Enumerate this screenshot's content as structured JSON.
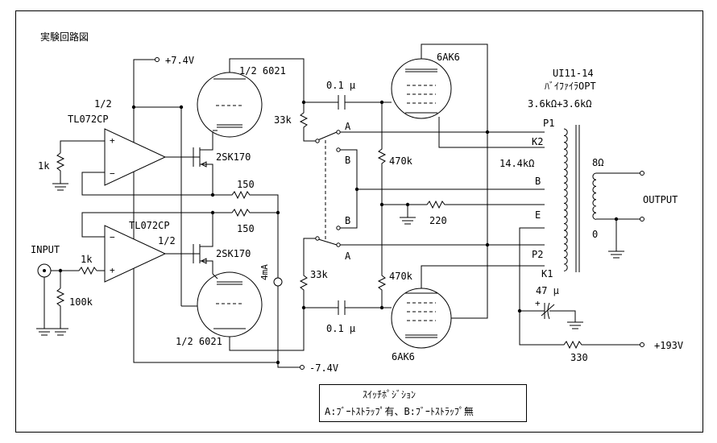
{
  "title": "実験回路図",
  "labels": {
    "supply_pos": "+7.4V",
    "supply_neg": "-7.4V",
    "supply_hv": "+193V",
    "opamp_top_half": "1/2",
    "opamp_top_name": "TL072CP",
    "opamp_bot_name": "TL072CP",
    "opamp_bot_half": "1/2",
    "tube_top": "1/2 6021",
    "tube_bot": "1/2 6021",
    "fet_top": "2SK170",
    "fet_bot": "2SK170",
    "pentode_top": "6AK6",
    "pentode_bot": "6AK6",
    "r_1k_left": "1k",
    "r_1k_input": "1k",
    "r_100k": "100k",
    "r_150_a": "150",
    "r_150_b": "150",
    "r_33k_top": "33k",
    "r_33k_bot": "33k",
    "r_470k_top": "470k",
    "r_470k_bot": "470k",
    "r_220": "220",
    "r_330": "330",
    "c_top": "0.1 μ",
    "c_bot": "0.1 μ",
    "c_47": "47 μ",
    "current_4ma": "4mA",
    "input": "INPUT",
    "output": "OUTPUT",
    "sw_a_top": "A",
    "sw_b_top": "B",
    "sw_b_bot": "B",
    "sw_a_bot": "A",
    "opt_model": "UI11-14",
    "opt_desc": "ﾊﾞｲﾌｧｲﾗOPT",
    "opt_imp": "3.6kΩ+3.6kΩ",
    "opt_p1": "P1",
    "opt_k2": "K2",
    "opt_14k": "14.4kΩ",
    "opt_b": "B",
    "opt_e": "E",
    "opt_p2": "P2",
    "opt_k1": "K1",
    "opt_8ohm": "8Ω",
    "opt_zero": "0"
  },
  "legend": {
    "title": "ｽｲｯﾁﾎﾟｼﾞｼｮﾝ",
    "text": "A:ﾌﾞｰﾄｽﾄﾗｯﾌﾟ有、B:ﾌﾞｰﾄｽﾄﾗｯﾌﾟ無"
  }
}
